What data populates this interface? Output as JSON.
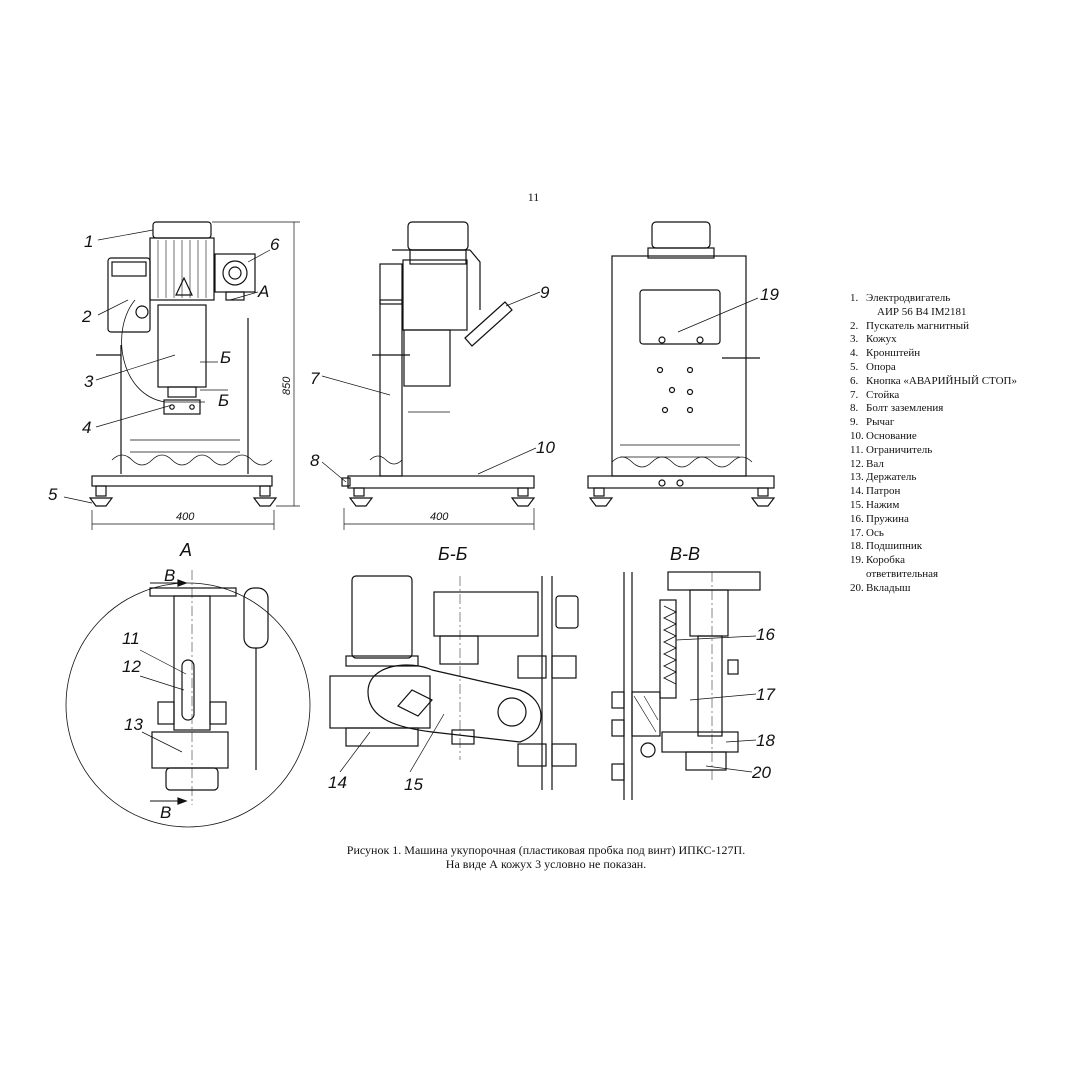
{
  "page_number": "11",
  "views": {
    "front": {
      "callouts": [
        "1",
        "2",
        "3",
        "4",
        "5",
        "6"
      ],
      "markers": [
        "А",
        "Б",
        "Б"
      ],
      "dim_width": "400",
      "dim_height": "850"
    },
    "side": {
      "callouts": [
        "7",
        "8",
        "9",
        "10"
      ],
      "dim_width": "400"
    },
    "rear": {
      "callouts": [
        "19"
      ]
    },
    "view_a": {
      "title": "А",
      "callouts": [
        "11",
        "12",
        "13"
      ],
      "markers": [
        "В",
        "В"
      ]
    },
    "section_bb": {
      "title": "Б-Б",
      "callouts": [
        "14",
        "15"
      ]
    },
    "section_vv": {
      "title": "В-В",
      "callouts": [
        "16",
        "17",
        "18",
        "20"
      ]
    }
  },
  "legend": [
    {
      "num": "1.",
      "text": "Электродвигатель\n    АИР 56 В4 IM2181"
    },
    {
      "num": "2.",
      "text": "Пускатель магнитный"
    },
    {
      "num": "3.",
      "text": "Кожух"
    },
    {
      "num": "4.",
      "text": "Кронштейн"
    },
    {
      "num": "5.",
      "text": "Опора"
    },
    {
      "num": "6.",
      "text": "Кнопка «АВАРИЙНЫЙ СТОП»"
    },
    {
      "num": "7.",
      "text": "Стойка"
    },
    {
      "num": "8.",
      "text": "Болт заземления"
    },
    {
      "num": "9.",
      "text": "Рычаг"
    },
    {
      "num": "10.",
      "text": "Основание"
    },
    {
      "num": "11.",
      "text": "Ограничитель"
    },
    {
      "num": "12.",
      "text": "Вал"
    },
    {
      "num": "13.",
      "text": "Держатель"
    },
    {
      "num": "14.",
      "text": "Патрон"
    },
    {
      "num": "15.",
      "text": "Нажим"
    },
    {
      "num": "16.",
      "text": "Пружина"
    },
    {
      "num": "17.",
      "text": "Ось"
    },
    {
      "num": "18.",
      "text": "Подшипник"
    },
    {
      "num": "19.",
      "text": "Коробка\nответвительная"
    },
    {
      "num": "20.",
      "text": "Вкладыш"
    }
  ],
  "caption": {
    "line1": "Рисунок 1. Машина укупорочная (пластиковая пробка под винт) ИПКС-127П.",
    "line2": "На виде А кожух 3 условно не показан."
  }
}
